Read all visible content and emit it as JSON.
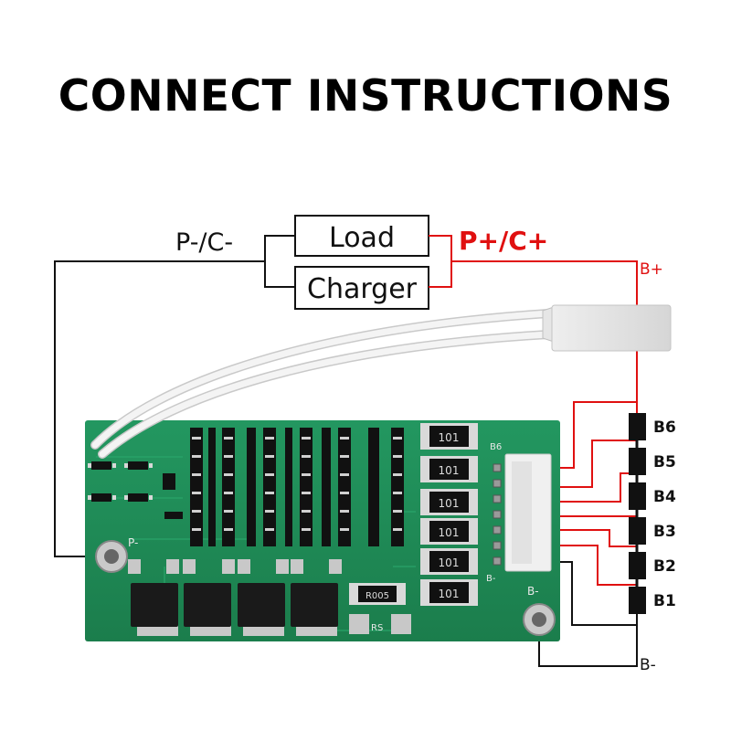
{
  "title": "CONNECT INSTRUCTIONS",
  "labels": {
    "p_minus_c_minus": "P-/C-",
    "p_plus_c_plus": "P+/C+",
    "load": "Load",
    "charger": "Charger",
    "b_plus": "B+",
    "b_minus": "B-"
  },
  "cells": [
    "B6",
    "B5",
    "B4",
    "B3",
    "B2",
    "B1"
  ],
  "board": {
    "pad_p_minus": "P-",
    "pad_b_minus": "B-",
    "connector_top": "B6",
    "connector_bottom": "B-",
    "resistors": [
      "101",
      "101",
      "101",
      "101",
      "101",
      "101"
    ],
    "shunt": "R005",
    "rs_label": "RS"
  },
  "colors": {
    "positive_wire": "#e01010",
    "negative_wire": "#000000",
    "board": "#1f8a55",
    "cell": "#111111"
  }
}
